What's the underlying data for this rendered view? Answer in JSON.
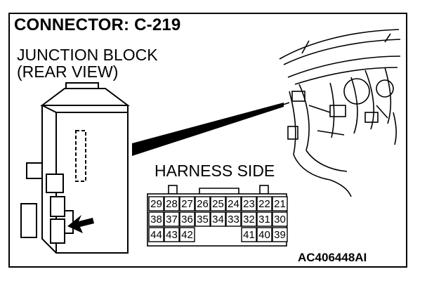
{
  "title": "CONNECTOR: C-219",
  "subtitle_line1": "JUNCTION BLOCK",
  "subtitle_line2": "(REAR VIEW)",
  "harness_label": "HARNESS SIDE",
  "figure_code": "AC406448AI",
  "connector_pins": {
    "row1": [
      "29",
      "28",
      "27",
      "26",
      "25",
      "24",
      "23",
      "22",
      "21"
    ],
    "row2": [
      "38",
      "37",
      "36",
      "35",
      "34",
      "33",
      "32",
      "31",
      "30"
    ],
    "row3": [
      "44",
      "43",
      "42",
      "41",
      "40",
      "39"
    ]
  },
  "icons": [
    "arrow-icon"
  ]
}
